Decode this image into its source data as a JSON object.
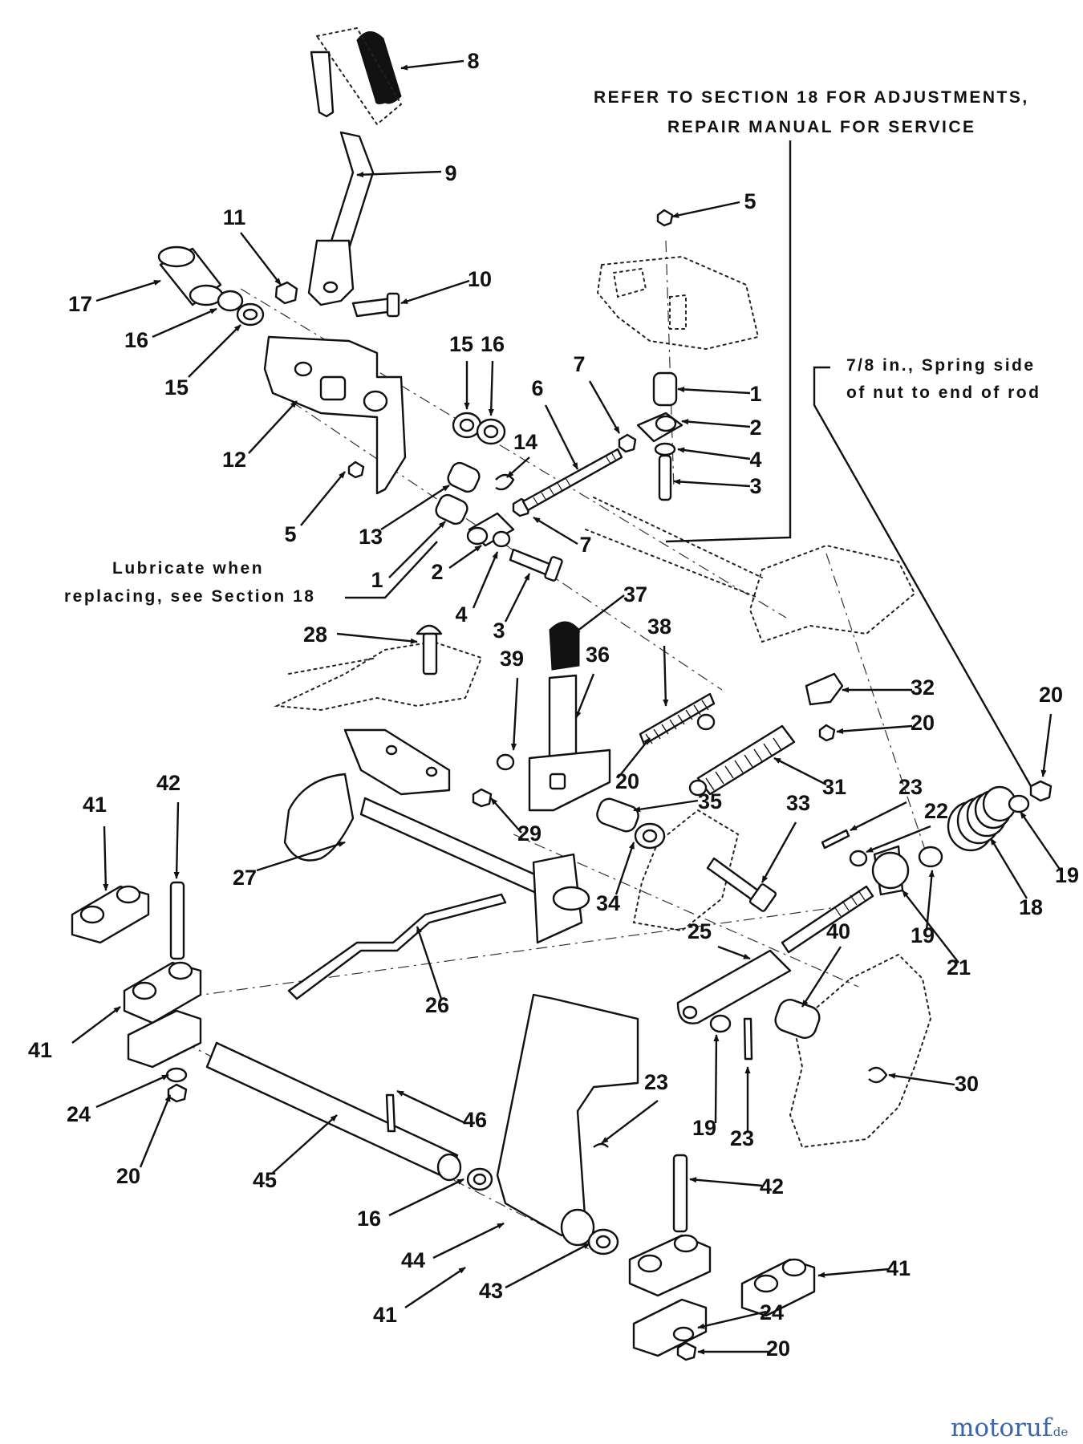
{
  "notes": {
    "refer_line1": "REFER TO SECTION 18 FOR ADJUSTMENTS,",
    "refer_line2": "REPAIR MANUAL FOR SERVICE",
    "spring_line1": "7/8 in., Spring  side",
    "spring_line2": "of nut to end of rod",
    "lube_line1": "Lubricate when",
    "lube_line2": "replacing, see Section 18"
  },
  "watermark": {
    "brand": "motoruf",
    "tld": ".de",
    "color": "#3a66a8"
  },
  "callouts": [
    {
      "n": "8"
    },
    {
      "n": "9"
    },
    {
      "n": "5"
    },
    {
      "n": "11"
    },
    {
      "n": "10"
    },
    {
      "n": "17"
    },
    {
      "n": "16"
    },
    {
      "n": "15"
    },
    {
      "n": "12"
    },
    {
      "n": "15"
    },
    {
      "n": "16"
    },
    {
      "n": "6"
    },
    {
      "n": "7"
    },
    {
      "n": "1"
    },
    {
      "n": "2"
    },
    {
      "n": "4"
    },
    {
      "n": "3"
    },
    {
      "n": "14"
    },
    {
      "n": "5"
    },
    {
      "n": "13"
    },
    {
      "n": "7"
    },
    {
      "n": "1"
    },
    {
      "n": "2"
    },
    {
      "n": "4"
    },
    {
      "n": "3"
    },
    {
      "n": "37"
    },
    {
      "n": "28"
    },
    {
      "n": "39"
    },
    {
      "n": "36"
    },
    {
      "n": "38"
    },
    {
      "n": "32"
    },
    {
      "n": "20"
    },
    {
      "n": "20"
    },
    {
      "n": "20"
    },
    {
      "n": "31"
    },
    {
      "n": "29"
    },
    {
      "n": "35"
    },
    {
      "n": "33"
    },
    {
      "n": "23"
    },
    {
      "n": "22"
    },
    {
      "n": "19"
    },
    {
      "n": "41"
    },
    {
      "n": "42"
    },
    {
      "n": "27"
    },
    {
      "n": "34"
    },
    {
      "n": "18"
    },
    {
      "n": "19"
    },
    {
      "n": "25"
    },
    {
      "n": "40"
    },
    {
      "n": "21"
    },
    {
      "n": "26"
    },
    {
      "n": "41"
    },
    {
      "n": "24"
    },
    {
      "n": "20"
    },
    {
      "n": "46"
    },
    {
      "n": "45"
    },
    {
      "n": "19"
    },
    {
      "n": "23"
    },
    {
      "n": "23"
    },
    {
      "n": "30"
    },
    {
      "n": "16"
    },
    {
      "n": "42"
    },
    {
      "n": "44"
    },
    {
      "n": "41"
    },
    {
      "n": "43"
    },
    {
      "n": "41"
    },
    {
      "n": "24"
    },
    {
      "n": "20"
    }
  ]
}
